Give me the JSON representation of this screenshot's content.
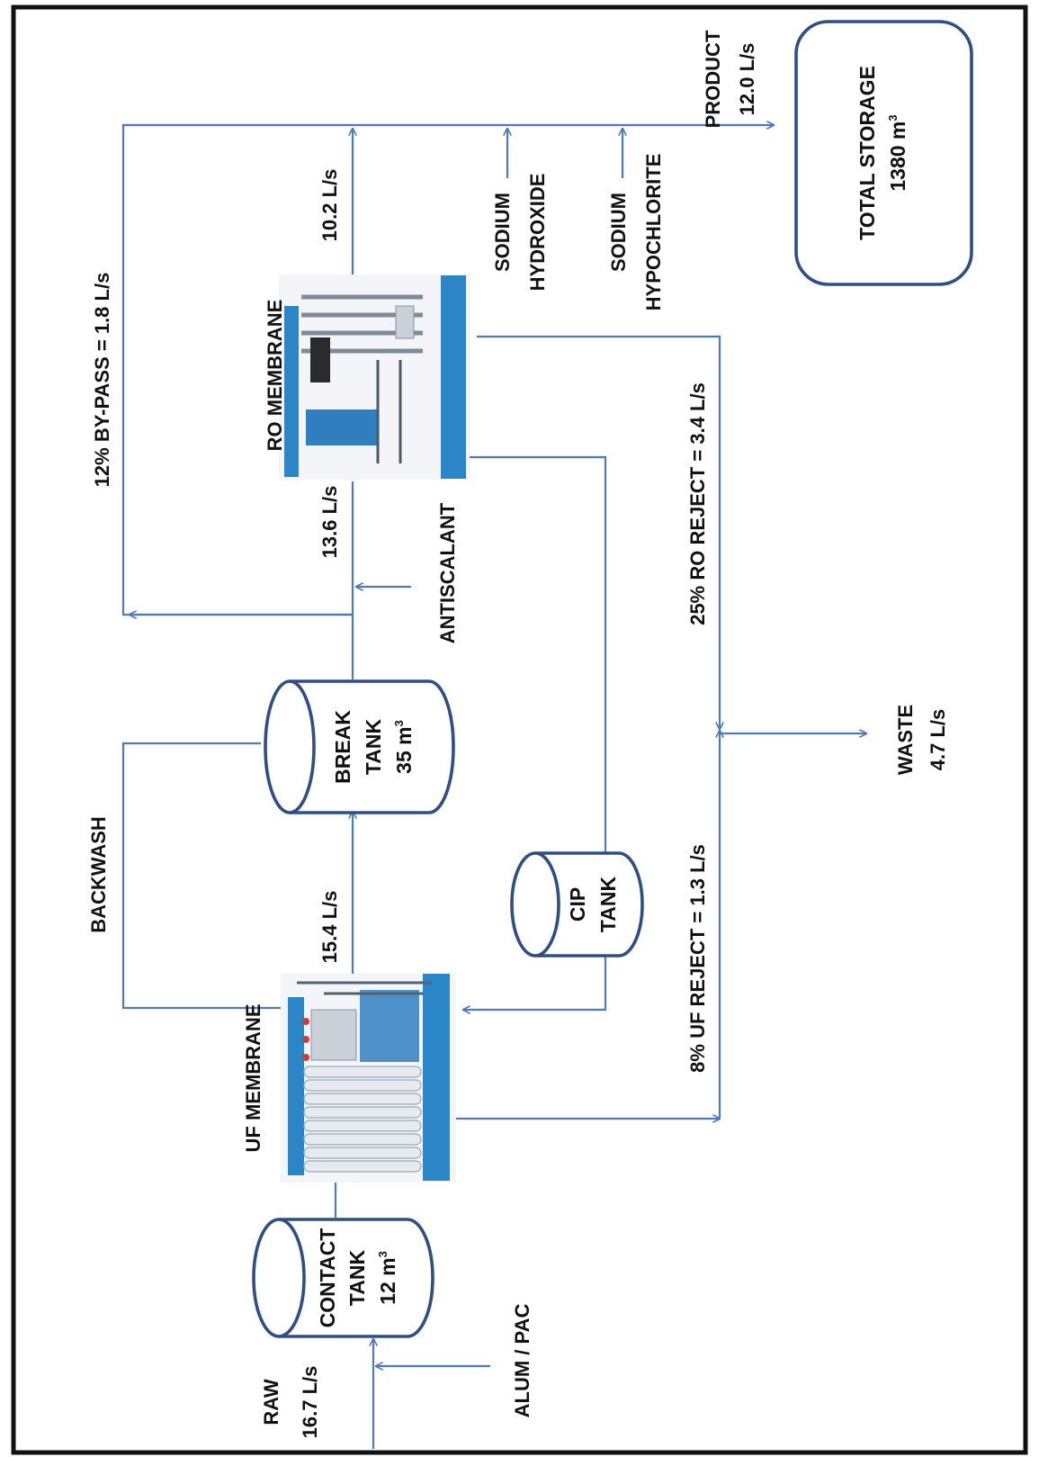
{
  "colors": {
    "flow_line": "#4f79b8",
    "tank_outline": "#2e4e85",
    "frame": "#111111",
    "skid_blue": "#2a86c6",
    "membrane_white": "#e6ebf0"
  },
  "icons": [
    "uf-membrane-skid-icon",
    "ro-membrane-skid-icon"
  ],
  "units": {
    "contact_tank": {
      "line1": "CONTACT",
      "line2": "TANK",
      "line3": "12 m",
      "sup": "3"
    },
    "break_tank": {
      "line1": "BREAK",
      "line2": "TANK",
      "line3": "35 m",
      "sup": "3"
    },
    "cip_tank": {
      "line1": "CIP",
      "line2": "TANK"
    },
    "total_storage": {
      "line1": "TOTAL STORAGE",
      "line2": "1380 m",
      "sup": "3"
    },
    "uf_membrane": "UF MEMBRANE",
    "ro_membrane": "RO MEMBRANE"
  },
  "streams": {
    "raw": {
      "line1": "RAW",
      "line2": "16.7 L/s"
    },
    "alum_pac": "ALUM / PAC",
    "backwash": "BACKWASH",
    "uf_to_break": "15.4 L/s",
    "antiscalant": "ANTISCALANT",
    "ro_feed": "13.6 L/s",
    "bypass": "12% BY-PASS = 1.8 L/s",
    "ro_permeate": "10.2 L/s",
    "sodium_hydroxide": {
      "line1": "SODIUM",
      "line2": "HYDROXIDE"
    },
    "sodium_hypochlorite": {
      "line1": "SODIUM",
      "line2": "HYPOCHLORITE"
    },
    "product": {
      "line1": "PRODUCT",
      "line2": "12.0 L/s"
    },
    "ro_reject": "25% RO REJECT = 3.4 L/s",
    "uf_reject": "8% UF REJECT = 1.3 L/s",
    "waste": {
      "line1": "WASTE",
      "line2": "4.7 L/s"
    }
  }
}
